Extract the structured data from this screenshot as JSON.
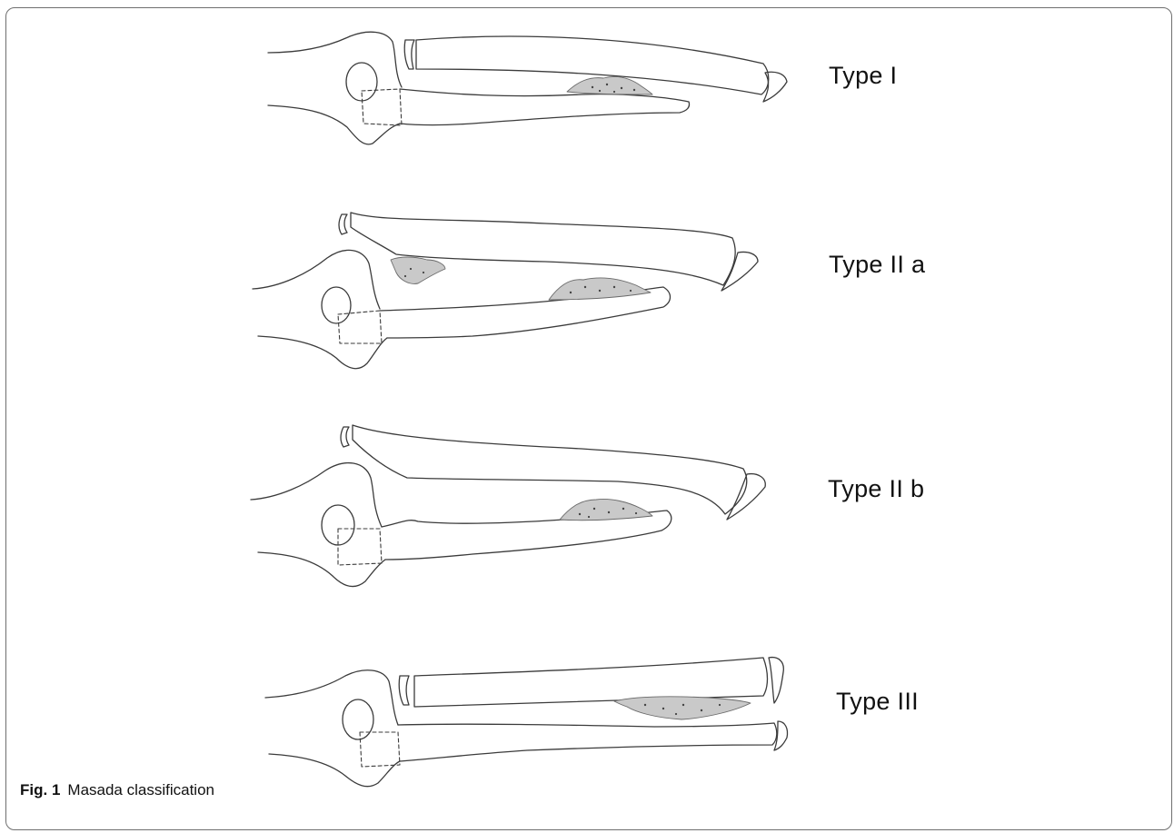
{
  "figure": {
    "panels": [
      {
        "label": "Type  I"
      },
      {
        "label": "Type  II a"
      },
      {
        "label": "Type  II b"
      },
      {
        "label": "Type  III"
      }
    ],
    "caption": {
      "number": "Fig. 1",
      "text": "Masada classification"
    }
  }
}
